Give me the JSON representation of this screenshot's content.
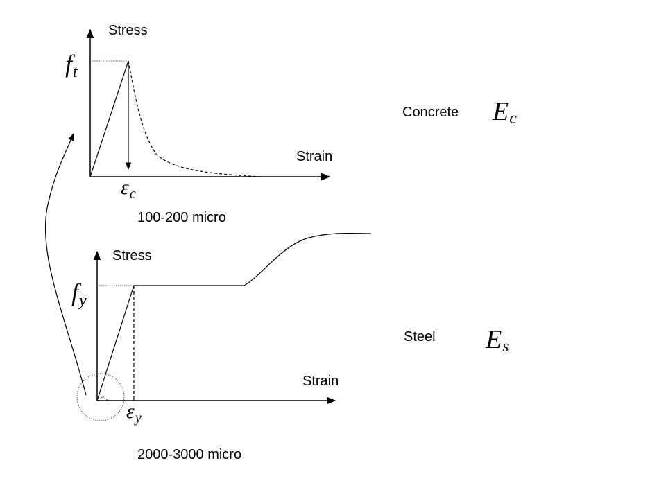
{
  "concrete": {
    "y_axis_label": "Stress",
    "x_axis_label": "Strain",
    "stress_symbol": "f",
    "stress_subscript": "t",
    "strain_symbol": "ε",
    "strain_subscript": "c",
    "strain_range": "100-200 micro",
    "material_label": "Concrete",
    "modulus_symbol": "E",
    "modulus_subscript": "c"
  },
  "steel": {
    "y_axis_label": "Stress",
    "x_axis_label": "Strain",
    "stress_symbol": "f",
    "stress_subscript": "y",
    "strain_symbol": "ε",
    "strain_subscript": "y",
    "strain_range": "2000-3000 micro",
    "material_label": "Steel",
    "modulus_symbol": "E",
    "modulus_subscript": "s"
  }
}
